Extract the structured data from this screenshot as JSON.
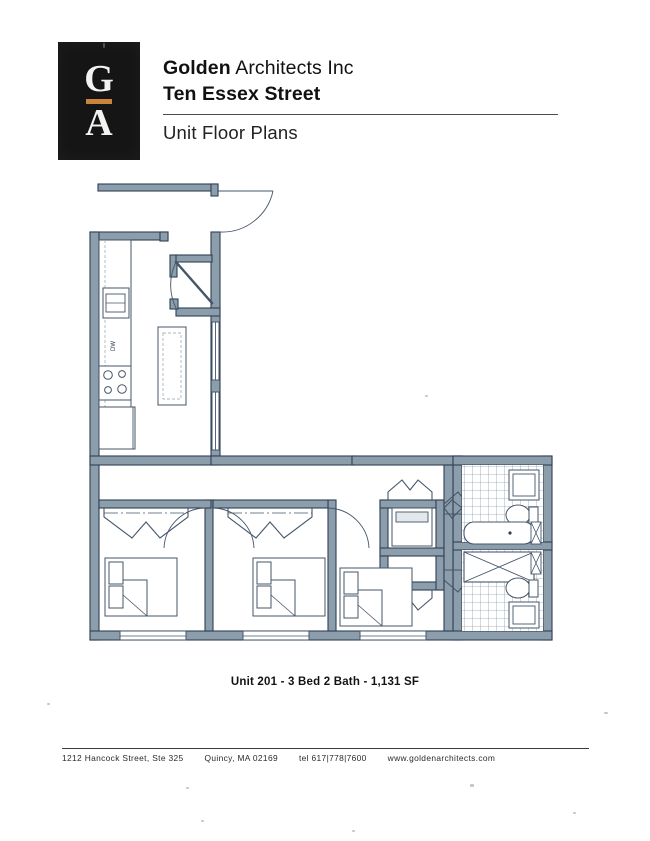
{
  "document": {
    "type": "architectural-floor-plan-sheet",
    "page_background": "#ffffff"
  },
  "header": {
    "logo": {
      "name": "golden-architects-logo",
      "background_color": "#151515",
      "letter_top": "G",
      "letter_bottom": "A",
      "divider_color": "#c9833a"
    },
    "company_bold": "Golden",
    "company_rest": " Architects Inc",
    "project_title": "Ten Essex Street",
    "sheet_title": "Unit Floor Plans"
  },
  "plan": {
    "caption": "Unit 201 - 3 Bed 2 Bath - 1,131 SF",
    "unit_number": "Unit 201",
    "bedrooms": "3 Bed",
    "bathrooms": "2 Bath",
    "area": "1,131 SF",
    "wall_fill": "#8c9dab",
    "wall_stroke": "#2f4054",
    "line_color": "#46566a",
    "appliance_labels": {
      "dishwasher": "DW"
    },
    "rooms": [
      {
        "name": "kitchen",
        "features": [
          "sink",
          "dishwasher",
          "range",
          "counter",
          "refrigerator"
        ]
      },
      {
        "name": "living-dining",
        "features": [
          "island",
          "two-windows"
        ]
      },
      {
        "name": "entry",
        "features": [
          "entry-door"
        ]
      },
      {
        "name": "bedroom-1",
        "features": [
          "bed",
          "closet",
          "window"
        ]
      },
      {
        "name": "bedroom-2",
        "features": [
          "bed",
          "closet",
          "window"
        ]
      },
      {
        "name": "bedroom-3",
        "features": [
          "bed",
          "window"
        ]
      },
      {
        "name": "bathroom-1",
        "features": [
          "bathtub",
          "toilet",
          "vanity",
          "tile-floor"
        ]
      },
      {
        "name": "bathroom-2",
        "features": [
          "shower",
          "toilet",
          "vanity",
          "tile-floor"
        ]
      },
      {
        "name": "laundry-closet",
        "features": [
          "washer-dryer",
          "bifold-doors"
        ]
      },
      {
        "name": "hall-closet",
        "features": [
          "bifold-doors"
        ]
      }
    ]
  },
  "footer": {
    "address": "1212 Hancock Street, Ste 325",
    "city_state_zip": "Quincy, MA 02169",
    "phone": "tel 617|778|7600",
    "website": "www.goldenarchitects.com"
  }
}
